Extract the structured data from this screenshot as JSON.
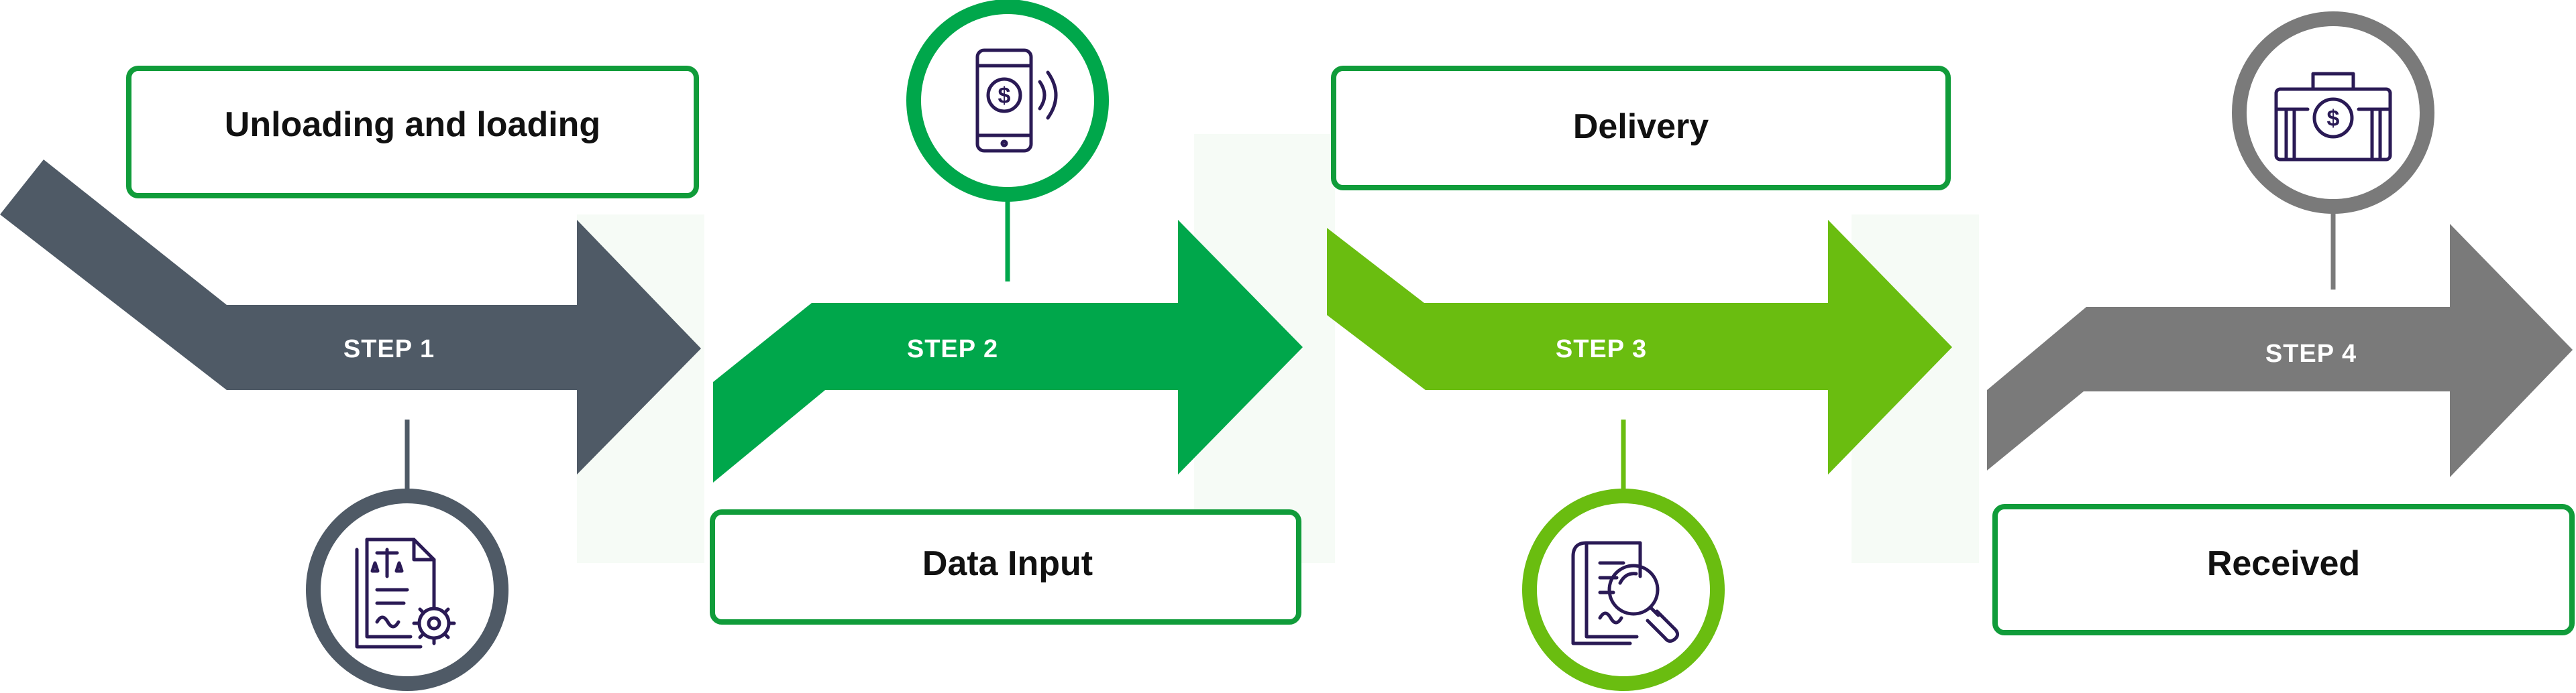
{
  "steps": [
    {
      "step_label": "STEP 1",
      "title": "Unloading and loading",
      "color": "#4f5a66",
      "icon": "legal-document-gear-icon"
    },
    {
      "step_label": "STEP 2",
      "title": "Data Input",
      "color": "#00a74b",
      "icon": "mobile-payment-icon"
    },
    {
      "step_label": "STEP 3",
      "title": "Delivery",
      "color": "#6abd10",
      "icon": "document-search-icon"
    },
    {
      "step_label": "STEP 4",
      "title": "Received",
      "color": "#7a7a7a",
      "icon": "money-briefcase-icon"
    }
  ],
  "colors": {
    "box_border": "#109c3a",
    "icon_ink": "#2a1a55",
    "background": "#ffffff"
  }
}
